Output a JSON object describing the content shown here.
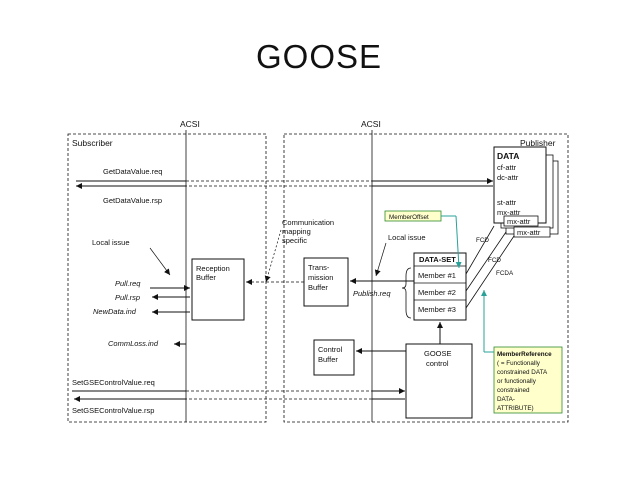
{
  "title": "GOOSE",
  "acsi_left": "ACSI",
  "acsi_right": "ACSI",
  "subscriber": "Subscriber",
  "publisher": "Publisher",
  "get_req": "GetDataValue.req",
  "get_rsp": "GetDataValue.rsp",
  "local_issue_left": "Local issue",
  "local_issue_right": "Local issue",
  "comm_mapping": [
    "Communication",
    "mapping",
    "specific"
  ],
  "pull_req": "Pull.req",
  "pull_rsp": "Pull.rsp",
  "newdata_ind": "NewData.ind",
  "commloss_ind": "CommLoss.ind",
  "set_req": "SetGSEControlValue.req",
  "set_rsp": "SetGSEControlValue.rsp",
  "reception_buffer": [
    "Reception",
    "Buffer"
  ],
  "transmission_buffer": [
    "Trans-",
    "mission",
    "Buffer"
  ],
  "control_buffer": [
    "Control",
    "Buffer"
  ],
  "goose_control": [
    "GOOSE",
    "control"
  ],
  "publish_req": "Publish.req",
  "dataset_title": "DATA-SET",
  "members": [
    "Member #1",
    "Member #2",
    "Member #3"
  ],
  "data_title": "DATA",
  "data_attrs": [
    "cf-attr",
    "dc-attr",
    "st-attr",
    "mx-attr"
  ],
  "mx_attr_1": "mx-attr",
  "mx_attr_2": "mx-attr",
  "fcd_1": "FCD",
  "fcd_2": "FCD",
  "fcda": "FCDA",
  "member_offset": "MemberOffset",
  "member_reference": [
    "MemberReference",
    "( = Functionally",
    "constrained DATA",
    "or functionally",
    "constrained",
    "DATA-",
    "ATTRIBUTE)"
  ],
  "colors": {
    "note_fill": "#ffffcc",
    "note_border": "#2e8b2e",
    "arrow_green": "#2aa198",
    "line": "#111111"
  }
}
